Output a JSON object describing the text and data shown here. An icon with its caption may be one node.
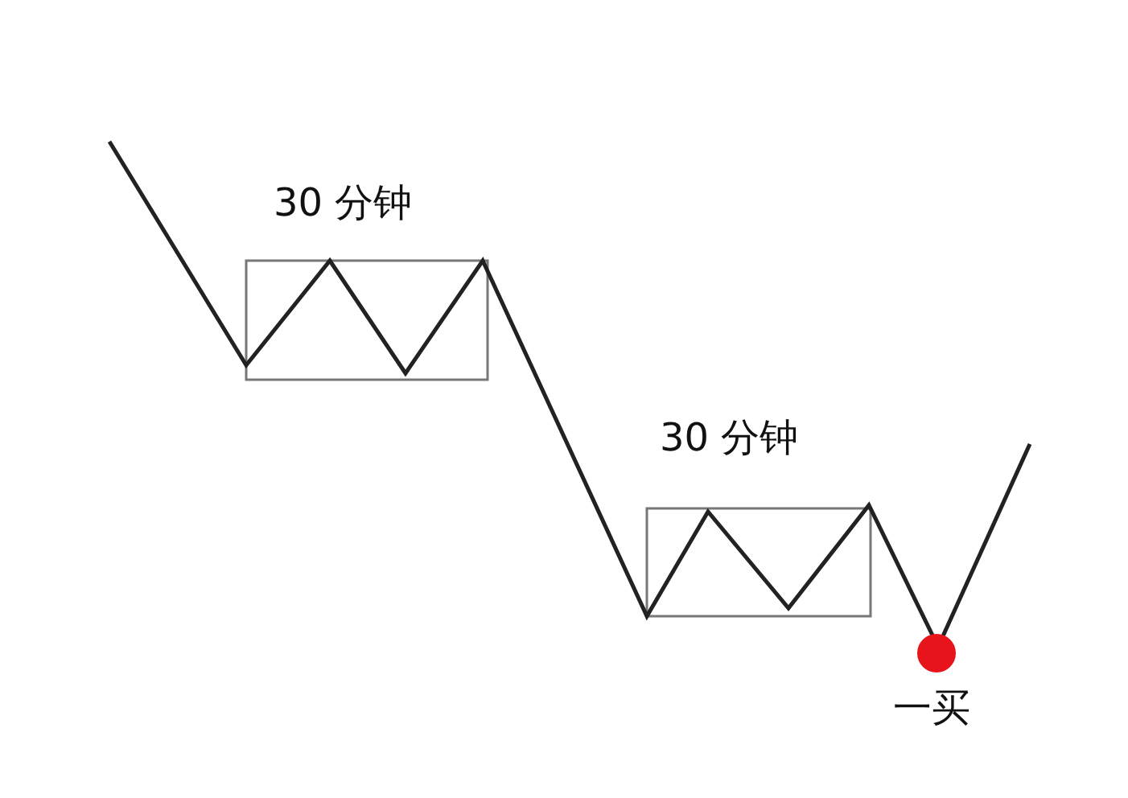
{
  "diagram": {
    "labels": [
      "30 分钟",
      "30 分钟",
      "一买"
    ]
  }
}
